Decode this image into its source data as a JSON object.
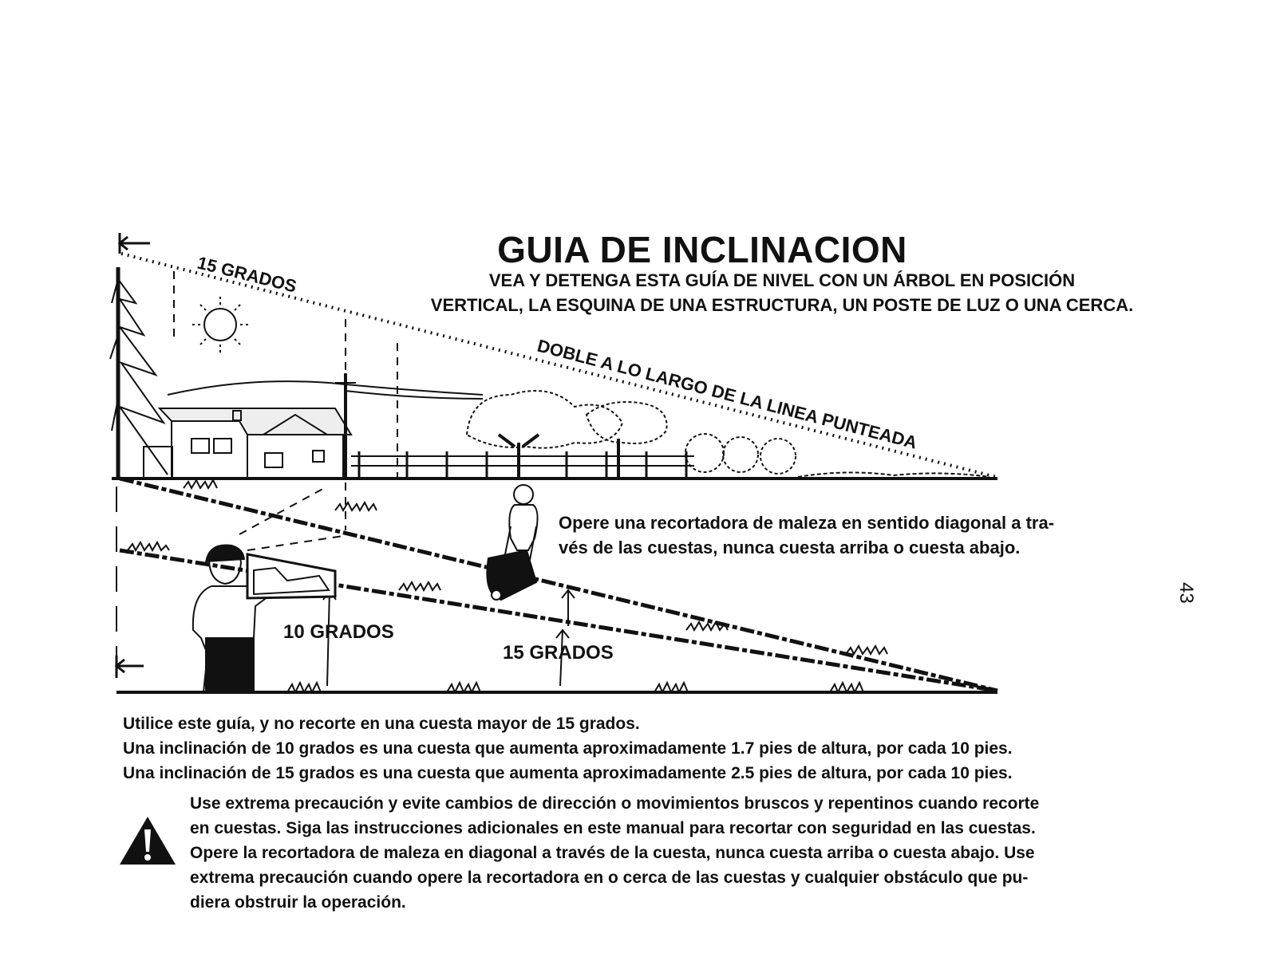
{
  "header": {
    "title": "GUIA DE INCLINACION",
    "subtitle_lines": [
      "VEA Y DETENGA ESTA GUÍA DE NIVEL CON UN ÁRBOL EN POSICIÓN",
      "VERTICAL, LA ESQUINA DE UNA ESTRUCTURA, UN POSTE DE LUZ O UNA CERCA."
    ]
  },
  "diagram": {
    "top_angle_label": "15 GRADOS",
    "fold_label": "DOBLE A LO LARGO DE LA LINEA PUNTEADA",
    "lower_angle_10": "10 GRADOS",
    "lower_angle_15": "15 GRADOS",
    "operate_note_lines": [
      "Opere una recortadora de maleza en sentido diagonal a tra-",
      "vés de las cuestas, nunca cuesta arriba o cuesta abajo."
    ]
  },
  "page_number": "43",
  "usage_lines": [
    "Utilice este guía, y no recorte en una cuesta mayor de 15 grados.",
    "Una inclinación de 10 grados es una cuesta que aumenta aproximadamente 1.7 pies de altura, por cada 10 pies.",
    "Una inclinación de 15 grados es una cuesta que aumenta aproximadamente 2.5 pies de altura, por cada 10 pies."
  ],
  "warning": {
    "icon": "warning-triangle-icon",
    "lines": [
      "Use extrema precaución y evite cambios de dirección o movimientos bruscos y repentinos cuando recorte",
      "en cuestas. Siga las instrucciones adicionales en este manual para recortar con seguridad en las cuestas.",
      "Opere la recortadora de maleza en diagonal a través de la cuesta, nunca cuesta arriba o cuesta abajo. Use",
      "extrema precaución cuando opere la recortadora en o cerca de las cuestas y cualquier obstáculo que pu-",
      "diera obstruir la operación."
    ]
  }
}
